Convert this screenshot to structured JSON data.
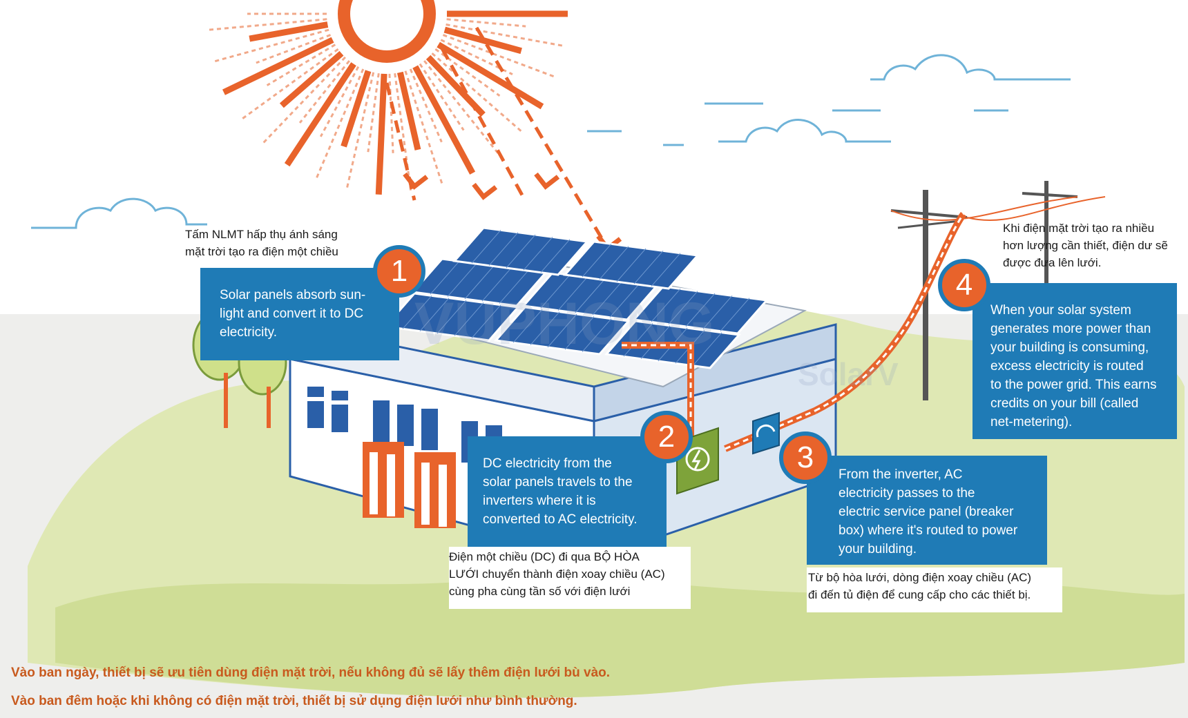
{
  "steps": [
    {
      "number": "1",
      "en": [
        "Solar panels absorb sun-",
        "light and convert it to DC",
        "electricity."
      ],
      "vi": [
        "Tấm NLMT hấp thụ ánh sáng",
        "mặt trời tạo ra điện một chiều"
      ]
    },
    {
      "number": "2",
      "en": [
        "DC electricity from the",
        "solar panels travels to the",
        "inverters where it is",
        "converted to AC electricity."
      ],
      "vi": [
        "Điện một chiều (DC) đi qua BỘ HÒA",
        "LƯỚI chuyển thành điện xoay chiều (AC)",
        "cùng pha cùng tần số với điện lưới"
      ]
    },
    {
      "number": "3",
      "en": [
        "From the inverter, AC",
        "electricity passes to the",
        "electric service panel (breaker",
        "box) where it's routed to power",
        "your building."
      ],
      "vi": [
        "Từ bộ hòa lưới, dòng điện xoay chiều (AC)",
        "đi đến tủ điện để cung cấp cho các thiết bị."
      ]
    },
    {
      "number": "4",
      "en": [
        "When your solar system",
        "generates more power than",
        "your building is consuming,",
        "excess electricity is routed",
        "to the power grid. This earns",
        "credits on your bill (called",
        "net-metering)."
      ],
      "vi": [
        "Khi điện mặt trời tạo ra nhiều",
        "hơn lượng cần thiết, điện dư sẽ",
        "được đưa lên lưới."
      ]
    }
  ],
  "footer": [
    "Vào ban ngày, thiết bị sẽ ưu tiên dùng điện mặt trời, nếu không đủ sẽ lấy thêm điện lưới bù vào.",
    "Vào ban đêm hoặc khi không có điện mặt trời, thiết bị sử dụng điện lưới như bình thường."
  ],
  "watermark": {
    "main": "VUPHONG",
    "sub": "SolarV"
  },
  "colors": {
    "accent_orange": "#e8632b",
    "box_blue": "#1f7bb6",
    "panel_blue": "#2a5fa8",
    "ground_green": "#dfe8b4",
    "footer_text": "#c85a1e"
  },
  "icons": [
    "sun-icon",
    "solar-panel-icon",
    "inverter-icon",
    "breaker-box-icon",
    "utility-pole-icon",
    "tree-icon",
    "cloud-icon"
  ]
}
